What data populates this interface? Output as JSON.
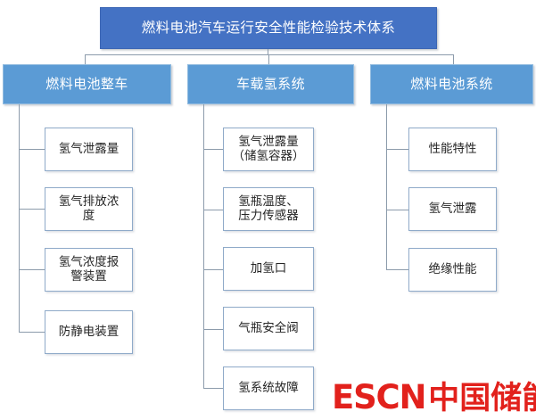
{
  "diagram": {
    "type": "hierarchy-tree",
    "root": {
      "label": "燃料电池汽车运行安全性能检验技术体系",
      "fill": "#4472C4",
      "text_color": "#FFFFFF"
    },
    "branch_fill": "#5B9BD5",
    "leaf_fill": "#FFFFFF",
    "leaf_border": "#8FAAC9",
    "connector_color": "#8C9BAB",
    "branches": [
      {
        "label": "燃料电池整车",
        "leaves": [
          {
            "label": "氢气泄露量",
            "lines": [
              "氢气泄露量"
            ]
          },
          {
            "label": "氢气排放浓度",
            "lines": [
              "氢气排放浓",
              "度"
            ]
          },
          {
            "label": "氢气浓度报警装置",
            "lines": [
              "氢气浓度报",
              "警装置"
            ]
          },
          {
            "label": "防静电装置",
            "lines": [
              "防静电装置"
            ]
          }
        ]
      },
      {
        "label": "车载氢系统",
        "leaves": [
          {
            "label": "氢气泄露量（储氢容器）",
            "lines": [
              "氢气泄露量",
              "（储氢容器）"
            ]
          },
          {
            "label": "氢瓶温度、压力传感器",
            "lines": [
              "氢瓶温度、",
              "压力传感器"
            ]
          },
          {
            "label": "加氢口",
            "lines": [
              "加氢口"
            ]
          },
          {
            "label": "气瓶安全阀",
            "lines": [
              "气瓶安全阀"
            ]
          },
          {
            "label": "氢系统故障",
            "lines": [
              "氢系统故障"
            ]
          }
        ]
      },
      {
        "label": "燃料电池系统",
        "leaves": [
          {
            "label": "性能特性",
            "lines": [
              "性能特性"
            ]
          },
          {
            "label": "氢气泄露",
            "lines": [
              "氢气泄露"
            ]
          },
          {
            "label": "绝缘性能",
            "lines": [
              "绝缘性能"
            ]
          }
        ]
      }
    ]
  },
  "watermark": {
    "latin": "ESCN",
    "cjk": "中国储能网",
    "color": "#E2211C"
  }
}
